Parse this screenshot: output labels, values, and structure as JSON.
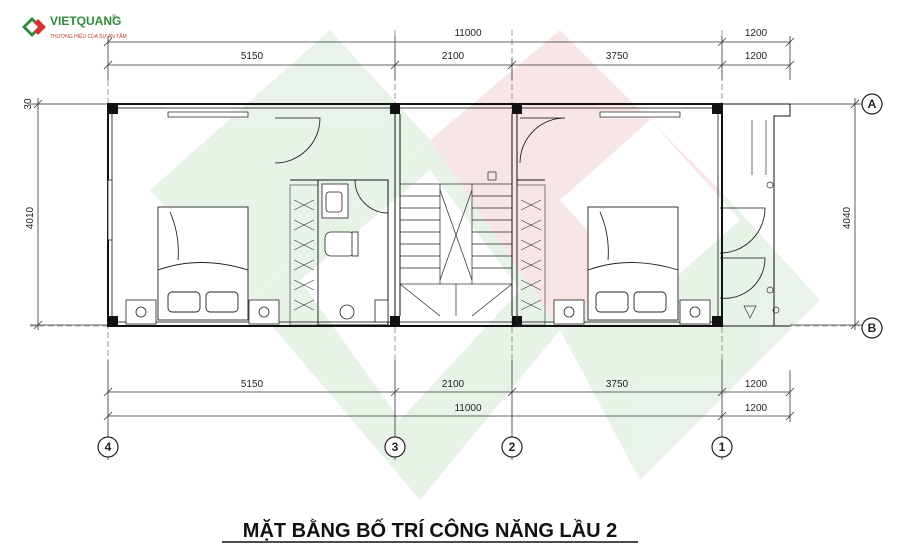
{
  "logo": {
    "name": "VIETQUANG",
    "mark": "®",
    "tagline": "THƯƠNG HIỆU CỦA SỰ AN TÂM",
    "colors": [
      "#2e8b3a",
      "#d9312e"
    ]
  },
  "title": "MẶT BẰNG BỐ TRÍ CÔNG NĂNG LẦU 2",
  "dimensions": {
    "top_total": "11000",
    "top_total_right": "1200",
    "top_spans": [
      "5150",
      "2100",
      "3750",
      "1200"
    ],
    "bottom_spans": [
      "5150",
      "2100",
      "3750",
      "1200"
    ],
    "bottom_total": "11000",
    "bottom_total_right": "1200",
    "left_top": "30",
    "left_height": "4010",
    "right_height": "4040"
  },
  "grid_axes": {
    "vertical": [
      "4",
      "3",
      "2",
      "1"
    ],
    "horizontal": [
      "A",
      "B"
    ]
  },
  "colors": {
    "watermark_green": "#cfe6d0",
    "watermark_red": "#f3cfcf",
    "wall": "#111111",
    "ink": "#222222"
  }
}
